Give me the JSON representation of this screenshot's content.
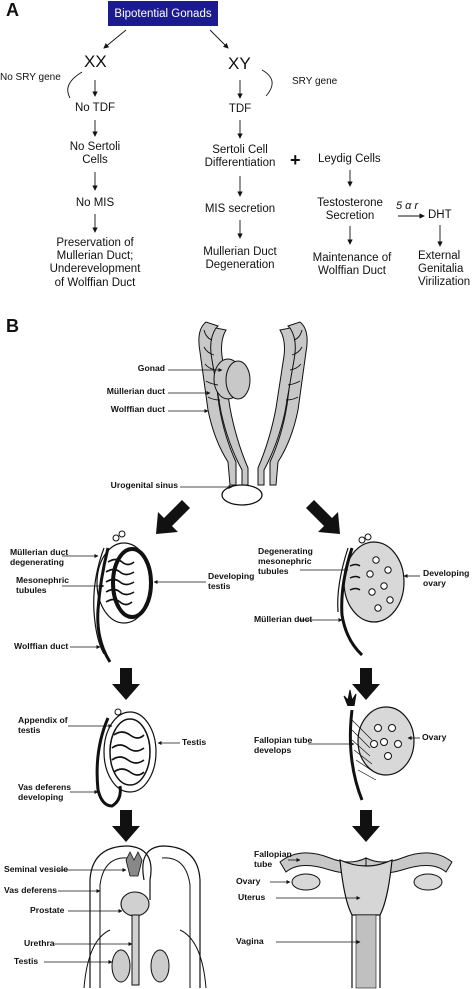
{
  "panel_a": {
    "letter": "A",
    "root": "Bipotential Gonads",
    "xx": {
      "karyotype": "XX",
      "gene": "No SRY gene",
      "steps": [
        "No TDF",
        "No Sertoli\nCells",
        "No MIS",
        "Preservation of\nMullerian Duct;\nUnderevelopment\nof Wolffian Duct"
      ]
    },
    "xy": {
      "karyotype": "XY",
      "gene": "SRY gene",
      "steps": [
        "TDF",
        "Sertoli Cell\nDifferentiation",
        "MIS secretion",
        "Mullerian Duct\nDegeneration"
      ],
      "plus": "+",
      "leydig": "Leydig Cells",
      "testosterone": "Testosterone\nSecretion",
      "enzyme": "5 α r",
      "dht": "DHT",
      "wolffian": "Maintenance of\nWolffian Duct",
      "genitalia": "External\nGenitalia\nVirilization"
    }
  },
  "panel_b": {
    "letter": "B",
    "top_labels": [
      "Gonad",
      "Müllerian duct",
      "Wolffian duct",
      "Urogenital sinus"
    ],
    "male_stage1": [
      "Müllerian duct\ndegenerating",
      "Mesonephric\ntubules",
      "Developing\ntestis",
      "Wolffian duct"
    ],
    "male_stage2": [
      "Appendix of\ntestis",
      "Testis",
      "Vas deferens\ndeveloping"
    ],
    "male_stage3": [
      "Seminal vesicle",
      "Vas deferens",
      "Prostate",
      "Urethra",
      "Testis"
    ],
    "female_stage1": [
      "Degenerating\nmesonephric\ntubules",
      "Developing\novary",
      "Müllerian duct"
    ],
    "female_stage2": [
      "Ovary",
      "Fallopian tube\ndevelops"
    ],
    "female_stage3": [
      "Fallopian\ntube",
      "Ovary",
      "Uterus",
      "Vagina"
    ]
  },
  "colors": {
    "banner": "#1b1b8f",
    "organ_fill": "#c8c8c8",
    "ink": "#111111"
  }
}
